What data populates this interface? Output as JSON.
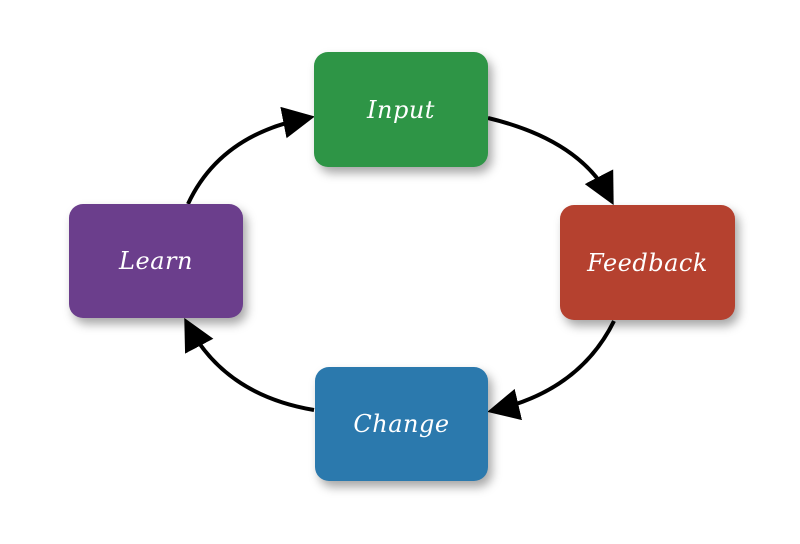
{
  "nodes": {
    "input": {
      "label": "Input",
      "color": "#2e9546"
    },
    "feedback": {
      "label": "Feedback",
      "color": "#b5412f"
    },
    "change": {
      "label": "Change",
      "color": "#2b79ad"
    },
    "learn": {
      "label": "Learn",
      "color": "#6b3e8c"
    }
  },
  "edges": [
    {
      "from": "Input",
      "to": "Feedback"
    },
    {
      "from": "Feedback",
      "to": "Change"
    },
    {
      "from": "Change",
      "to": "Learn"
    },
    {
      "from": "Learn",
      "to": "Input"
    }
  ]
}
